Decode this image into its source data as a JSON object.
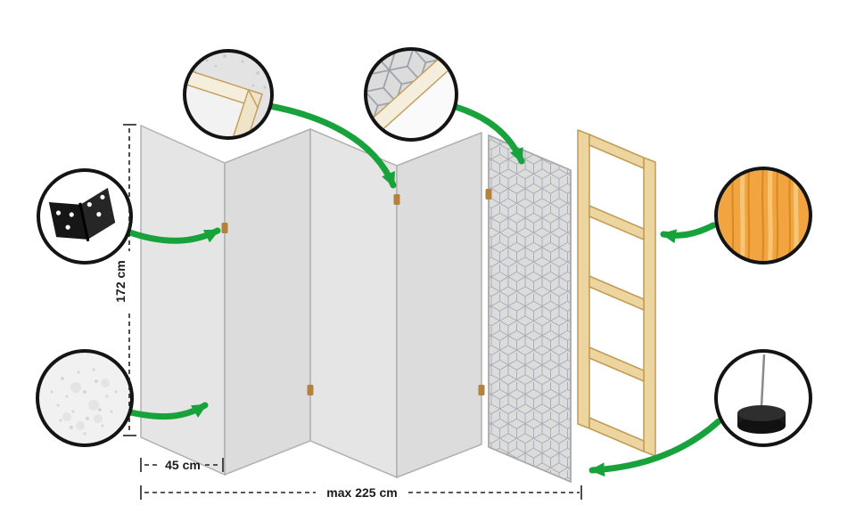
{
  "labels": {
    "height": "172 cm",
    "panel_width": "45 cm",
    "max_width": "max 225 cm"
  },
  "colors": {
    "arrow_green": "#18a23c",
    "panel_fill": "#e5e5e5",
    "panel_fill_alt": "#dcdcdc",
    "pattern_line": "#a9aeb7",
    "frame_wood": "#edd5a0",
    "frame_wood_edge": "#c29b55",
    "wood_detail": "#f2a441",
    "dimension_line": "#222222",
    "circle_stroke": "#141414",
    "hinge_dot": "#b5813c"
  },
  "callouts": [
    {
      "name": "frame-corner-detail"
    },
    {
      "name": "panel-edge-pattern-detail"
    },
    {
      "name": "hinge-detail"
    },
    {
      "name": "fabric-texture-detail"
    },
    {
      "name": "wood-material-detail"
    },
    {
      "name": "foot-detail"
    }
  ]
}
